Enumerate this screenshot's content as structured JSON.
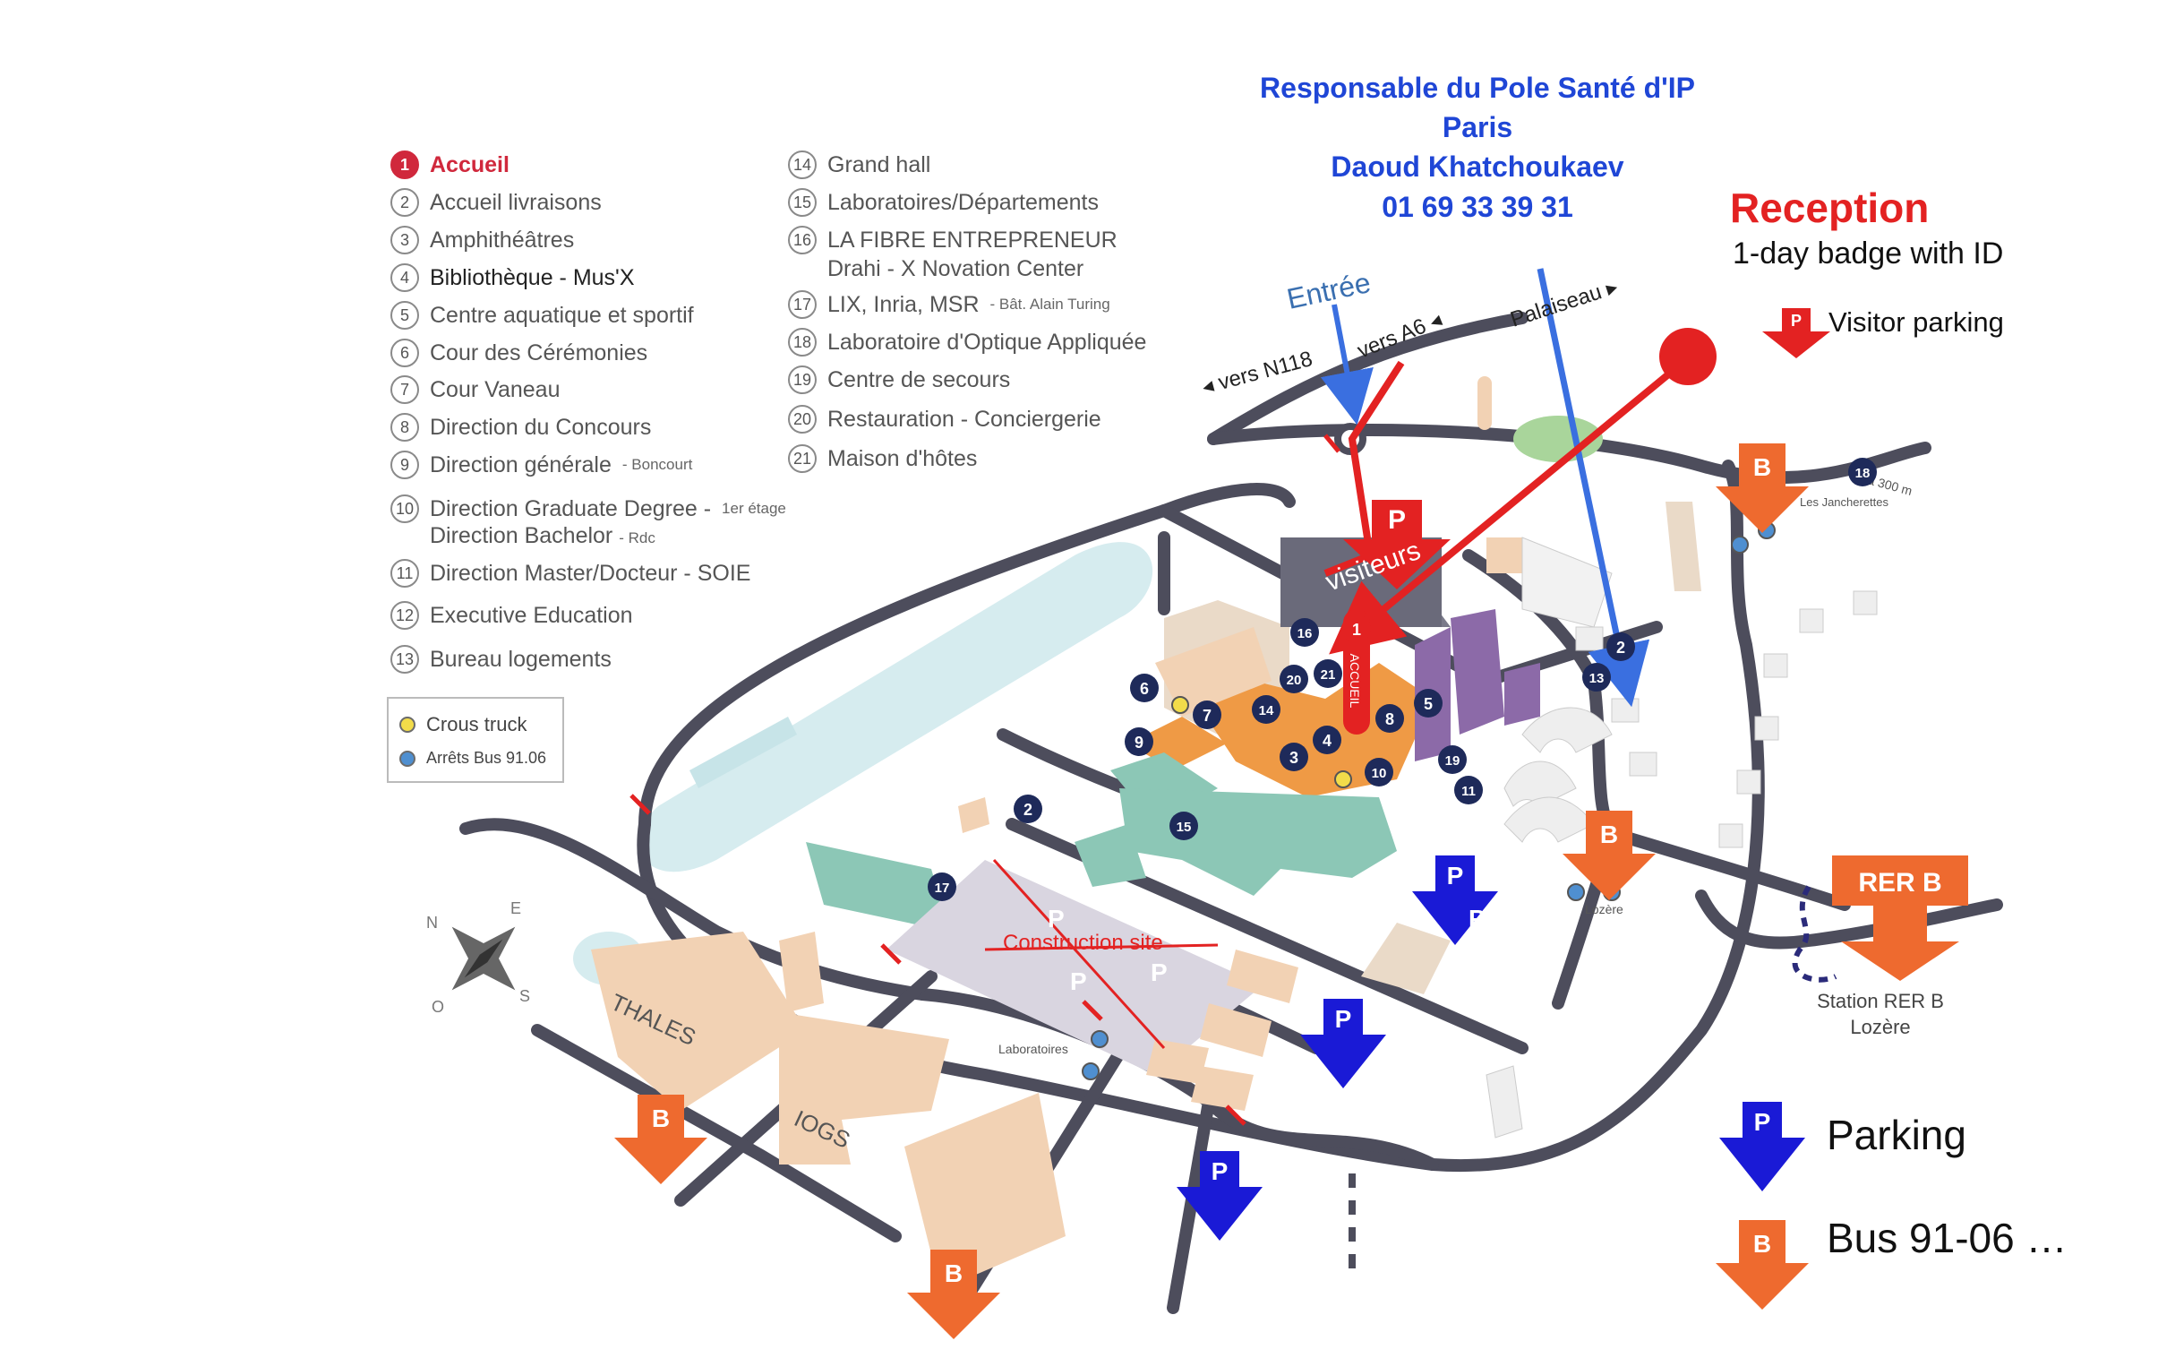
{
  "contact": {
    "line1": "Responsable du Pole Santé d'IP",
    "line2": "Paris",
    "line3": "Daoud Khatchoukaev",
    "line4": "01 69 33 39 31"
  },
  "reception": {
    "title": "Reception",
    "subtitle": "1-day badge with ID",
    "visitor_parking": "Visitor parking"
  },
  "legend_left": [
    {
      "num": "1",
      "label": "Accueil"
    },
    {
      "num": "2",
      "label": "Accueil livraisons"
    },
    {
      "num": "3",
      "label": "Amphithéâtres"
    },
    {
      "num": "4",
      "label": "Bibliothèque - Mus'X"
    },
    {
      "num": "5",
      "label": "Centre aquatique et sportif"
    },
    {
      "num": "6",
      "label": "Cour des Cérémonies"
    },
    {
      "num": "7",
      "label": "Cour Vaneau"
    },
    {
      "num": "8",
      "label": "Direction du Concours"
    },
    {
      "num": "9",
      "label": "Direction générale",
      "note": "- Boncourt"
    },
    {
      "num": "10",
      "label": "Direction Graduate Degree -",
      "note": "1er étage"
    },
    {
      "num": "11",
      "label": "Direction Master/Docteur - SOIE"
    },
    {
      "num": "12",
      "label": "Executive Education"
    },
    {
      "num": "13",
      "label": "Bureau logements"
    }
  ],
  "legend_left_sub": {
    "label": "Direction Bachelor",
    "note": "- Rdc"
  },
  "legend_right": [
    {
      "num": "14",
      "label": "Grand hall"
    },
    {
      "num": "15",
      "label": "Laboratoires/Départements"
    },
    {
      "num": "16",
      "label": "LA FIBRE ENTREPRENEUR"
    },
    {
      "num": "17",
      "label": "LIX, Inria, MSR",
      "note": "- Bât. Alain Turing"
    },
    {
      "num": "18",
      "label": "Laboratoire d'Optique Appliquée"
    },
    {
      "num": "19",
      "label": "Centre de secours"
    },
    {
      "num": "20",
      "label": "Restauration - Conciergerie"
    },
    {
      "num": "21",
      "label": "Maison d'hôtes"
    }
  ],
  "legend_right_sub": "Drahi - X Novation Center",
  "key_box": {
    "crous": "Crous truck",
    "bus_stops": "Arrêts Bus 91.06"
  },
  "map_labels": {
    "entree": "Entrée",
    "vers_n118": "◂ vers N118",
    "vers_a6": "vers A6 ◂",
    "palaiseau": "Palaiseau ▸",
    "visiteurs": "visiteurs",
    "accueil_vertical": "ACCUEIL",
    "construction": "Construction site",
    "thales": "THALES",
    "iogs": "IOGS",
    "laboratoires_stop": "Laboratoires",
    "lozere_stop": "Lozère",
    "jancherettes_stop": "Les Jancherettes",
    "distance_18": "à 300 m",
    "station_line1": "Station RER B",
    "station_line2": "Lozère",
    "rer_b": "RER B",
    "compass_n": "N",
    "compass_e": "E",
    "compass_s": "S",
    "compass_o": "O"
  },
  "map_markers": [
    "1",
    "2",
    "2",
    "3",
    "4",
    "5",
    "6",
    "7",
    "8",
    "9",
    "10",
    "11",
    "13",
    "14",
    "15",
    "16",
    "17",
    "18",
    "19",
    "20",
    "21"
  ],
  "marker_letters": {
    "parking": "P",
    "bus": "B"
  },
  "key_right": {
    "parking": "Parking",
    "bus": "Bus 91-06 …"
  },
  "colors": {
    "accent_red": "#e32222",
    "contact_blue": "#1f46d6",
    "parking_blue": "#1a1ad6",
    "bus_orange": "#ee6a2f",
    "road": "#4d4d5c",
    "water": "#d6ecef",
    "building_orange": "#ef9a45",
    "building_teal": "#8cc7b6",
    "building_beige": "#f2d2b4",
    "building_purple": "#8c6aa8",
    "marker_navy": "#1e2a5a"
  }
}
